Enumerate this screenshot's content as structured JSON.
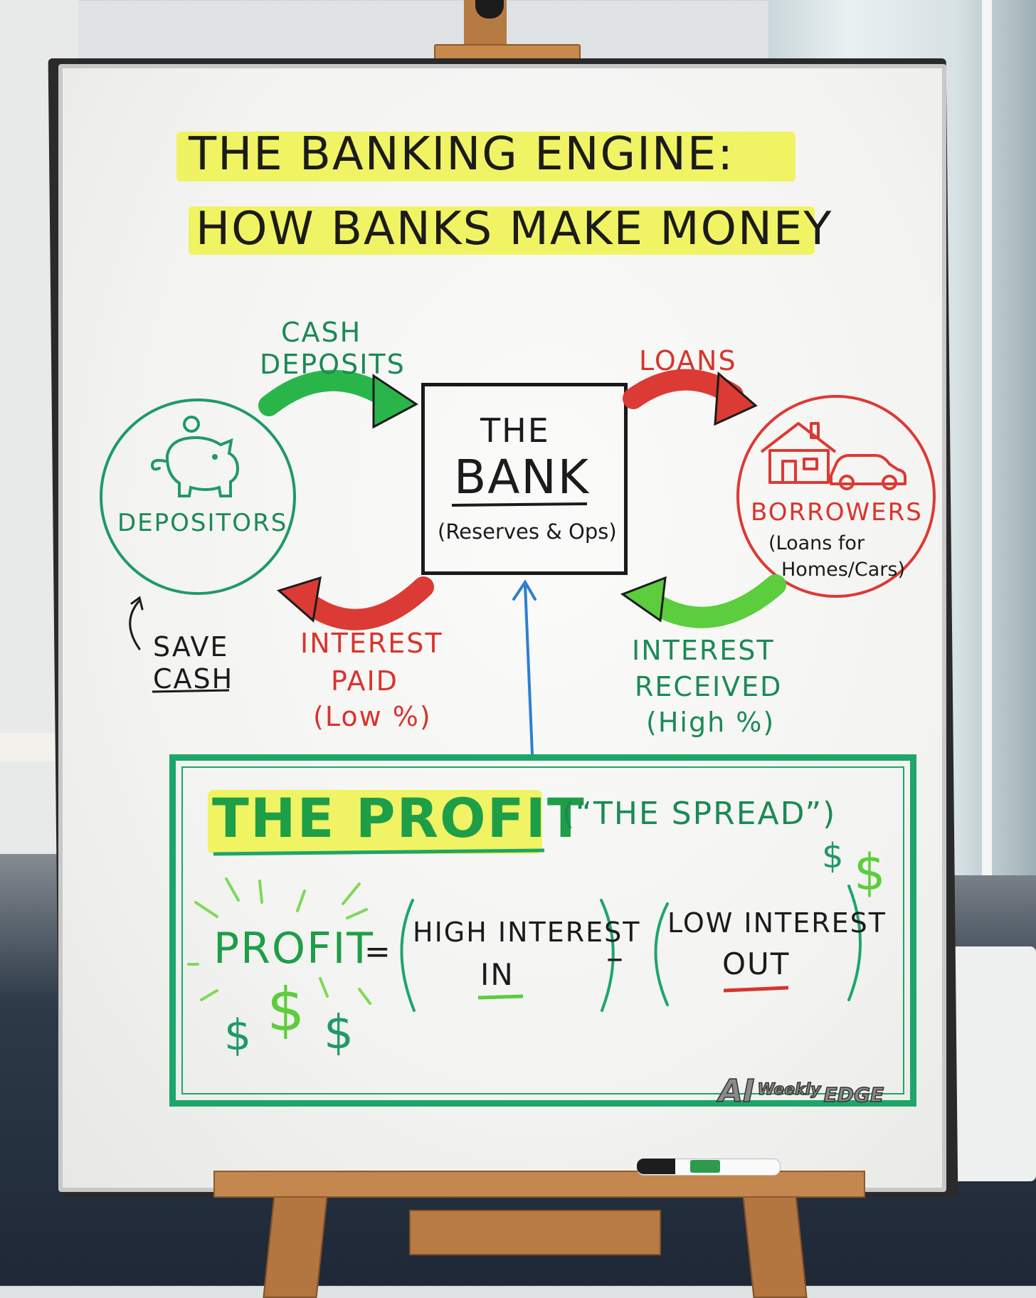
{
  "title": {
    "line1": "THE BANKING ENGINE:",
    "line2": "HOW BANKS MAKE MONEY"
  },
  "nodes": {
    "depositors": {
      "label": "DEPOSITORS",
      "icon": "piggy-bank-icon",
      "color": "#1f9a66"
    },
    "bank": {
      "line1": "THE",
      "line2": "BANK",
      "sub": "(Reserves & Ops)"
    },
    "borrowers": {
      "label": "BORROWERS",
      "sub1": "(Loans for",
      "sub2": "Homes/Cars)",
      "icons": [
        "house-icon",
        "car-icon"
      ],
      "color": "#dc3a34"
    }
  },
  "flows": {
    "cash_deposits": {
      "line1": "CASH",
      "line2": "DEPOSITS",
      "color": "#2ab54b"
    },
    "loans": {
      "label": "LOANS",
      "color": "#dc3a34"
    },
    "interest_paid": {
      "line1": "INTEREST",
      "line2": "PAID",
      "line3": "(Low %)",
      "color": "#dc3a34"
    },
    "interest_received": {
      "line1": "INTEREST",
      "line2": "RECEIVED",
      "line3": "(High %)",
      "color": "#1b8a55"
    }
  },
  "save_cash": {
    "line1": "SAVE",
    "line2": "CASH"
  },
  "profit": {
    "heading": "THE PROFIT",
    "subheading": "(“THE SPREAD”)",
    "formula_word": "PROFIT",
    "equals": "=",
    "minus": "–",
    "high_line1": "HIGH INTEREST",
    "high_line2": "IN",
    "low_line1": "LOW INTEREST",
    "low_line2": "OUT",
    "dollar": "$"
  },
  "logo": {
    "ai": "AI",
    "weekly": "Weekly",
    "edge": "EDGE"
  }
}
